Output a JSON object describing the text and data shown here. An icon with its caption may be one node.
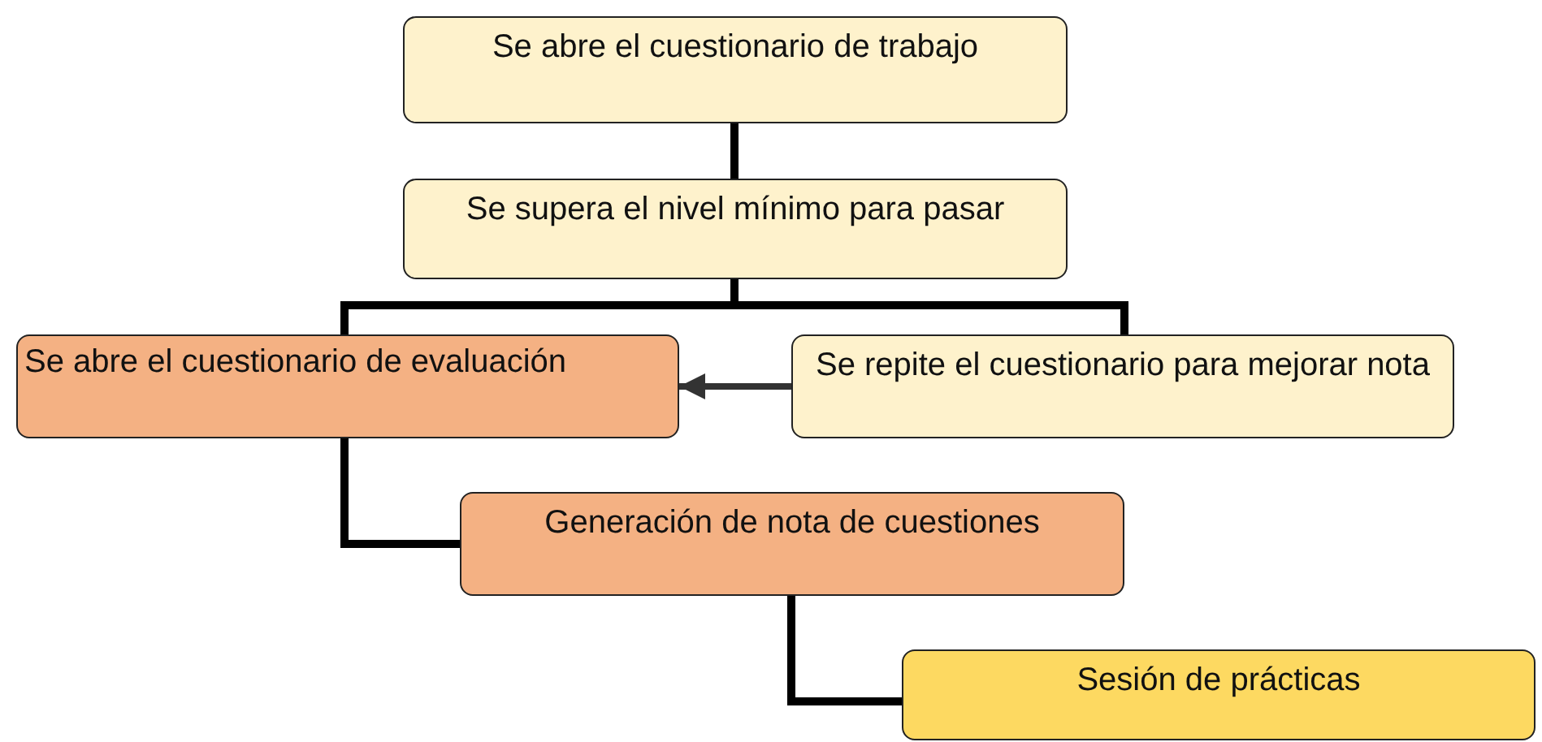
{
  "diagram": {
    "nodes": [
      {
        "text": [
          "Se abre el cuestionario de trabajo"
        ]
      },
      {
        "text": [
          "Se supera el nivel mínimo para pasar"
        ]
      },
      {
        "text": [
          "Se abre el cuestionario de evaluación"
        ]
      },
      {
        "text": [
          "Se repite el cuestionario para mejorar nota"
        ]
      },
      {
        "text": [
          "Generación de nota de cuestiones"
        ]
      },
      {
        "text": [
          "Sesión de prácticas"
        ]
      }
    ],
    "edges": [
      {
        "from": 0,
        "to": 1,
        "arrow": "none"
      },
      {
        "from": 1,
        "to": 2,
        "arrow": "none"
      },
      {
        "from": 1,
        "to": 3,
        "arrow": "none"
      },
      {
        "from": 3,
        "to": 2,
        "arrow": "to",
        "color": "#333333"
      },
      {
        "from": 2,
        "to": 4,
        "arrow": "none"
      },
      {
        "from": 4,
        "to": 5,
        "arrow": "none"
      }
    ]
  }
}
